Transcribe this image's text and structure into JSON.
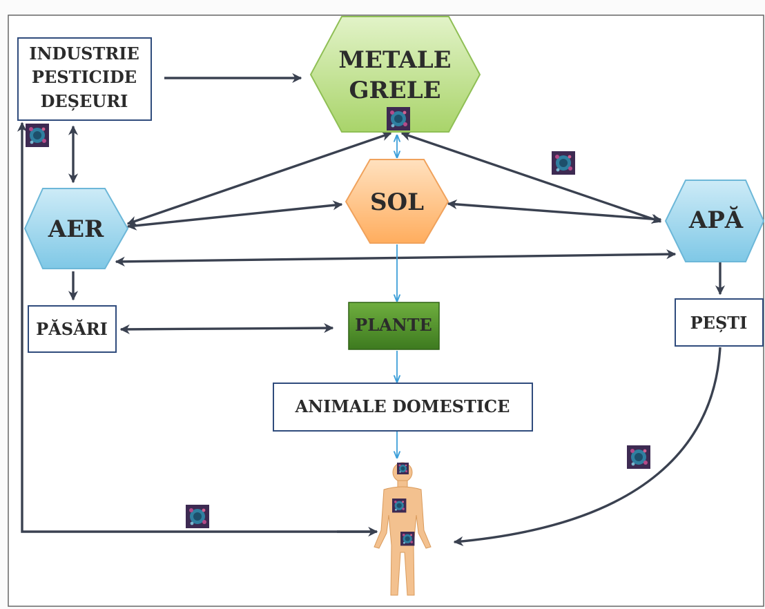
{
  "nodes": {
    "industrie": {
      "lines": [
        "INDUSTRIE",
        "PESTICIDE",
        "DEȘEURI"
      ]
    },
    "metale": {
      "lines": [
        "METALE",
        "GRELE"
      ]
    },
    "sol": {
      "label": "SOL"
    },
    "aer": {
      "label": "AER"
    },
    "apa": {
      "label": "APĂ"
    },
    "pasari": {
      "label": "PĂSĂRI"
    },
    "plante": {
      "label": "PLANTE"
    },
    "pesti": {
      "label": "PEȘTI"
    },
    "animale": {
      "label": "ANIMALE DOMESTICE"
    }
  },
  "colors": {
    "metale_fill": "#c6e59b",
    "sol_fill": "#ffc48a",
    "aer_fill": "#a9dcef",
    "apa_fill": "#a9dcef",
    "plante_fill": "#4e8f2c",
    "box_border": "#2f4b7c",
    "arrow_dark": "#3a4150",
    "arrow_blue": "#3c9fd9",
    "human_skin": "#f3c18f"
  },
  "icons": [
    "heavy-metal-particle-icon",
    "human-body-icon"
  ]
}
